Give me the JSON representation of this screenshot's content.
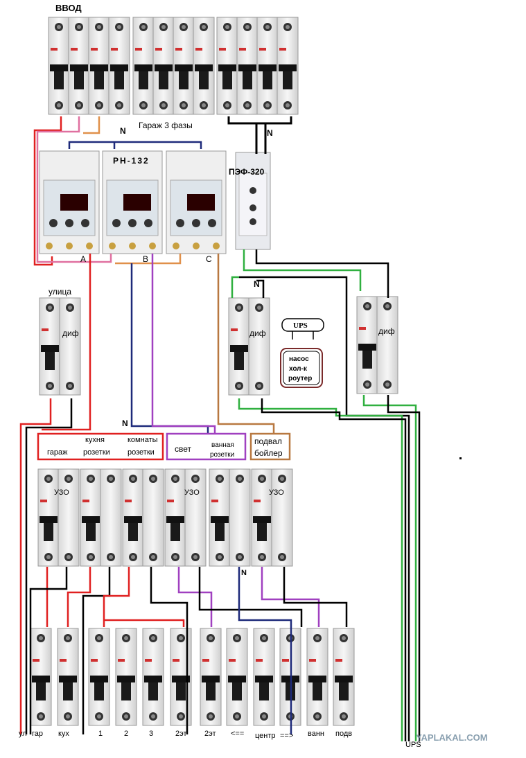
{
  "labels": {
    "vvod": "ВВОД",
    "garage3": "Гараж 3 фазы",
    "n_top": "N",
    "n_top2": "N",
    "rn132": "РН-132",
    "pef": "ПЭФ-320",
    "phase_a": "A",
    "phase_b": "B",
    "phase_c": "C",
    "ulitsa": "улица",
    "dif1": "диф",
    "dif2": "диф",
    "dif3": "диф",
    "n_mid": "N",
    "ups_box": "UPS",
    "nasos_lines": [
      "насос",
      "хол-к",
      "роутер"
    ],
    "n_bus": "N",
    "n_low": "N",
    "uzo1": "УЗО",
    "uzo2": "УЗО",
    "uzo3": "УЗО",
    "ups_bottom": "UPS",
    "watermark": "YAPLAKAL.COM"
  },
  "group_boxes": {
    "red": {
      "garazh": "гараж",
      "kuhnya": "кухня",
      "rozetki1": "розетки",
      "komnaty": "комнаты",
      "rozetki2": "розетки"
    },
    "purple": {
      "svet": "свет",
      "vannaya": "ванная",
      "rozetki": "розетки"
    },
    "brown": {
      "podval": "подвал",
      "boyler": "бойлер"
    }
  },
  "bottom_labels": [
    "ул",
    "гар",
    "кух",
    "1",
    "2",
    "3",
    "2эт",
    "2эт",
    "<==",
    "центр",
    "==>",
    "ванн",
    "подв"
  ],
  "colors": {
    "red": "#e02020",
    "pink": "#e070a0",
    "orange": "#e0904a",
    "navy": "#1e2a7a",
    "purple": "#a040c0",
    "brown": "#b87840",
    "green": "#30b040",
    "black": "#000000",
    "box_dark_red": "#7a2a2a"
  }
}
